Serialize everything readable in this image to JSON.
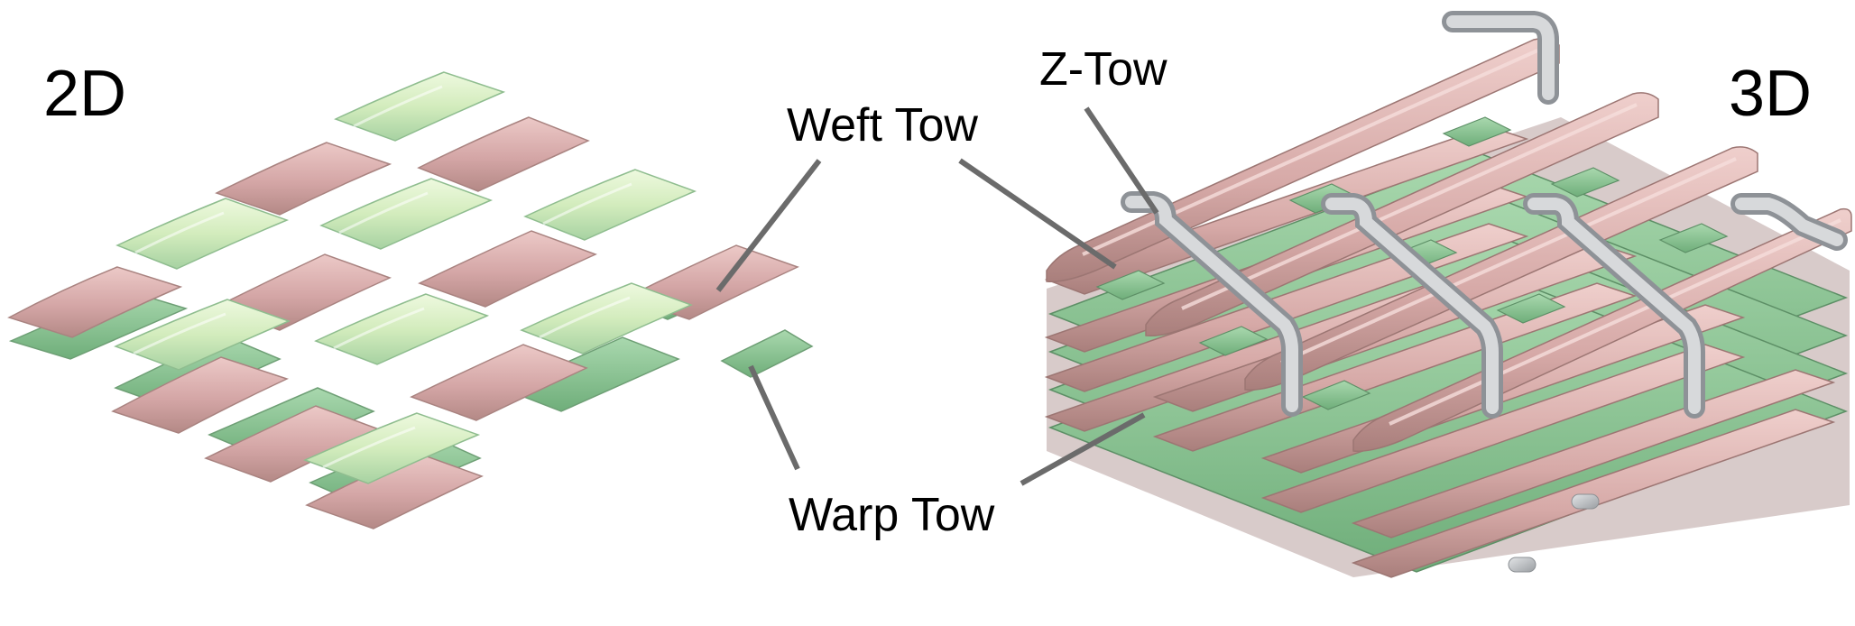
{
  "labels": {
    "left_title": "2D",
    "right_title": "3D",
    "weft": "Weft Tow",
    "warp": "Warp Tow",
    "z": "Z-Tow"
  },
  "colors": {
    "weft_tow": "#d4a6a6",
    "weft_tow_light": "#e6c4c2",
    "weft_tow_dark": "#b98f8c",
    "warp_tow": "#9fd0a4",
    "warp_tow_light": "#e4f5d3",
    "warp_tow_dark": "#7fb686",
    "z_tow": "#c7c9cb",
    "z_tow_dark": "#9a9da0",
    "leader": "#6b6b6b"
  }
}
